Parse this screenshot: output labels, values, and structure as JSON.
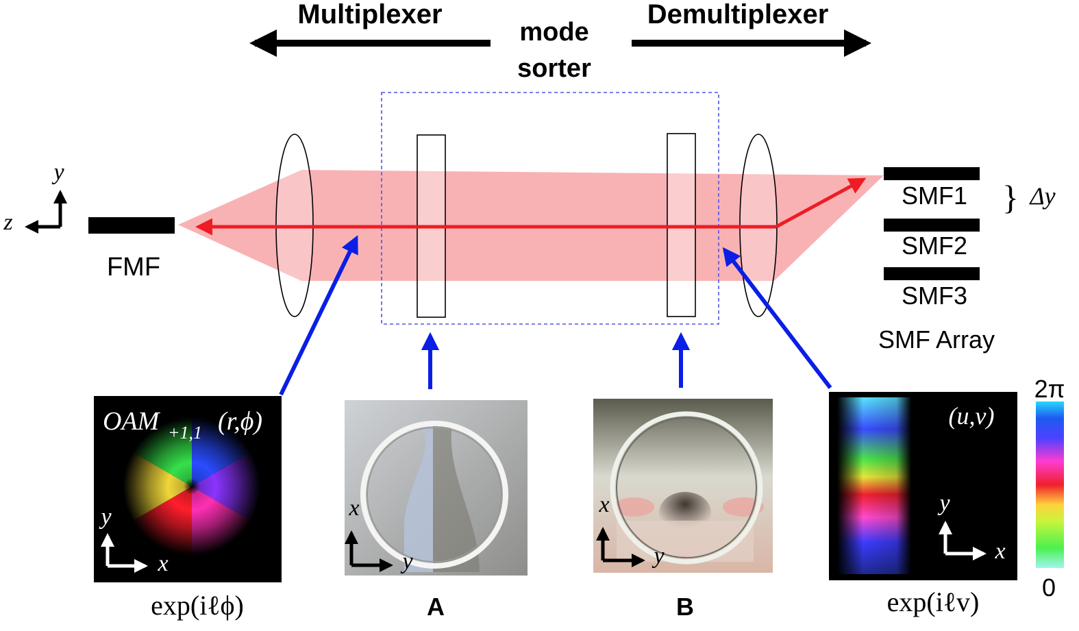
{
  "header": {
    "multiplexer": "Multiplexer",
    "demultiplexer": "Demultiplexer",
    "sorter_line1": "mode",
    "sorter_line2": "sorter"
  },
  "left_axes": {
    "y": "y",
    "z": "z"
  },
  "fmf_label": "FMF",
  "smf_array": {
    "fibers": [
      "SMF1",
      "SMF2",
      "SMF3"
    ],
    "title": "SMF Array",
    "delta": "Δy",
    "brace": "}"
  },
  "panel_oam": {
    "label_main": "OAM",
    "label_sub": "+1,1",
    "label_args": "(r,ϕ)",
    "axis_y": "y",
    "axis_x": "x",
    "caption": "exp(iℓϕ)"
  },
  "panel_a": {
    "axis_x": "x",
    "axis_y": "y",
    "caption": "A"
  },
  "panel_b": {
    "axis_x": "x",
    "axis_y": "y",
    "caption": "B"
  },
  "panel_uv": {
    "label": "(u,v)",
    "axis_y": "y",
    "axis_x": "x",
    "caption": "exp(iℓv)"
  },
  "colorbar": {
    "top": "2π",
    "bottom": "0"
  },
  "colors": {
    "beam": "#f8aeb0",
    "beam_ray": "#ee1c24",
    "pointer": "#0a1ee6",
    "sorter_box": "#4f55e0"
  }
}
